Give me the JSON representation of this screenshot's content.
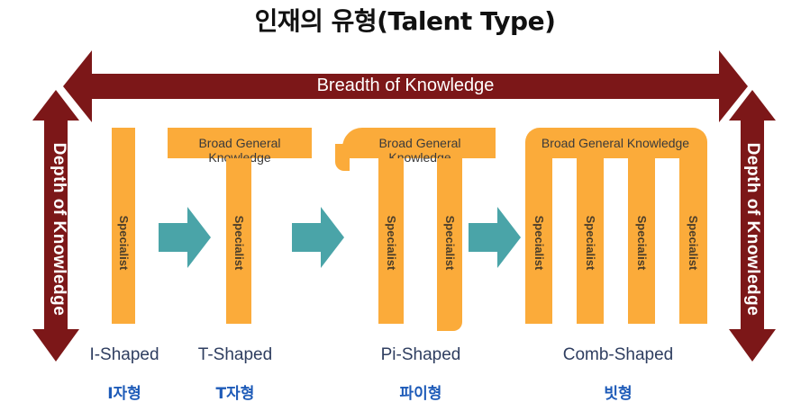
{
  "title": "인재의 유형(Talent Type)",
  "breadth_label": "Breadth of Knowledge",
  "depth_label": "Depth of Knowledge",
  "colors": {
    "dark_red": "#7c1718",
    "orange": "#fbab3a",
    "teal": "#4aa4a8",
    "blue_text": "#1e5bb8",
    "navy_text": "#2f3e60"
  },
  "shapes": [
    {
      "name": "I-Shaped",
      "korean": "I자형",
      "general": "",
      "specialist_labels": [
        "Specialist"
      ]
    },
    {
      "name": "T-Shaped",
      "korean": "T자형",
      "general": "Broad General Knowledge",
      "specialist_labels": [
        "Specialist"
      ]
    },
    {
      "name": "Pi-Shaped",
      "korean": "파이형",
      "general": "Broad General Knowledge",
      "specialist_labels": [
        "Specialist",
        "Specialist"
      ]
    },
    {
      "name": "Comb-Shaped",
      "korean": "빗형",
      "general": "Broad General Knowledge",
      "specialist_labels": [
        "Specialist",
        "Specialist",
        "Specialist",
        "Specialist"
      ]
    }
  ]
}
